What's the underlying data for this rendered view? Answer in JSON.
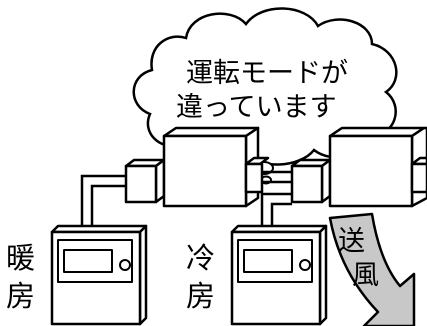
{
  "speech_bubble": {
    "line1": "運転モードが",
    "line2": "違っています"
  },
  "left_unit_label": {
    "line1": "暖",
    "line2": "房"
  },
  "right_unit_label": {
    "line1": "冷",
    "line2": "房"
  },
  "airflow_label": {
    "line1": "送",
    "line2": "風"
  },
  "colors": {
    "stroke": "#000000",
    "bubble_fill": "#ffffff",
    "arrow_fill": "#c8c8c8",
    "background": "#ffffff"
  }
}
